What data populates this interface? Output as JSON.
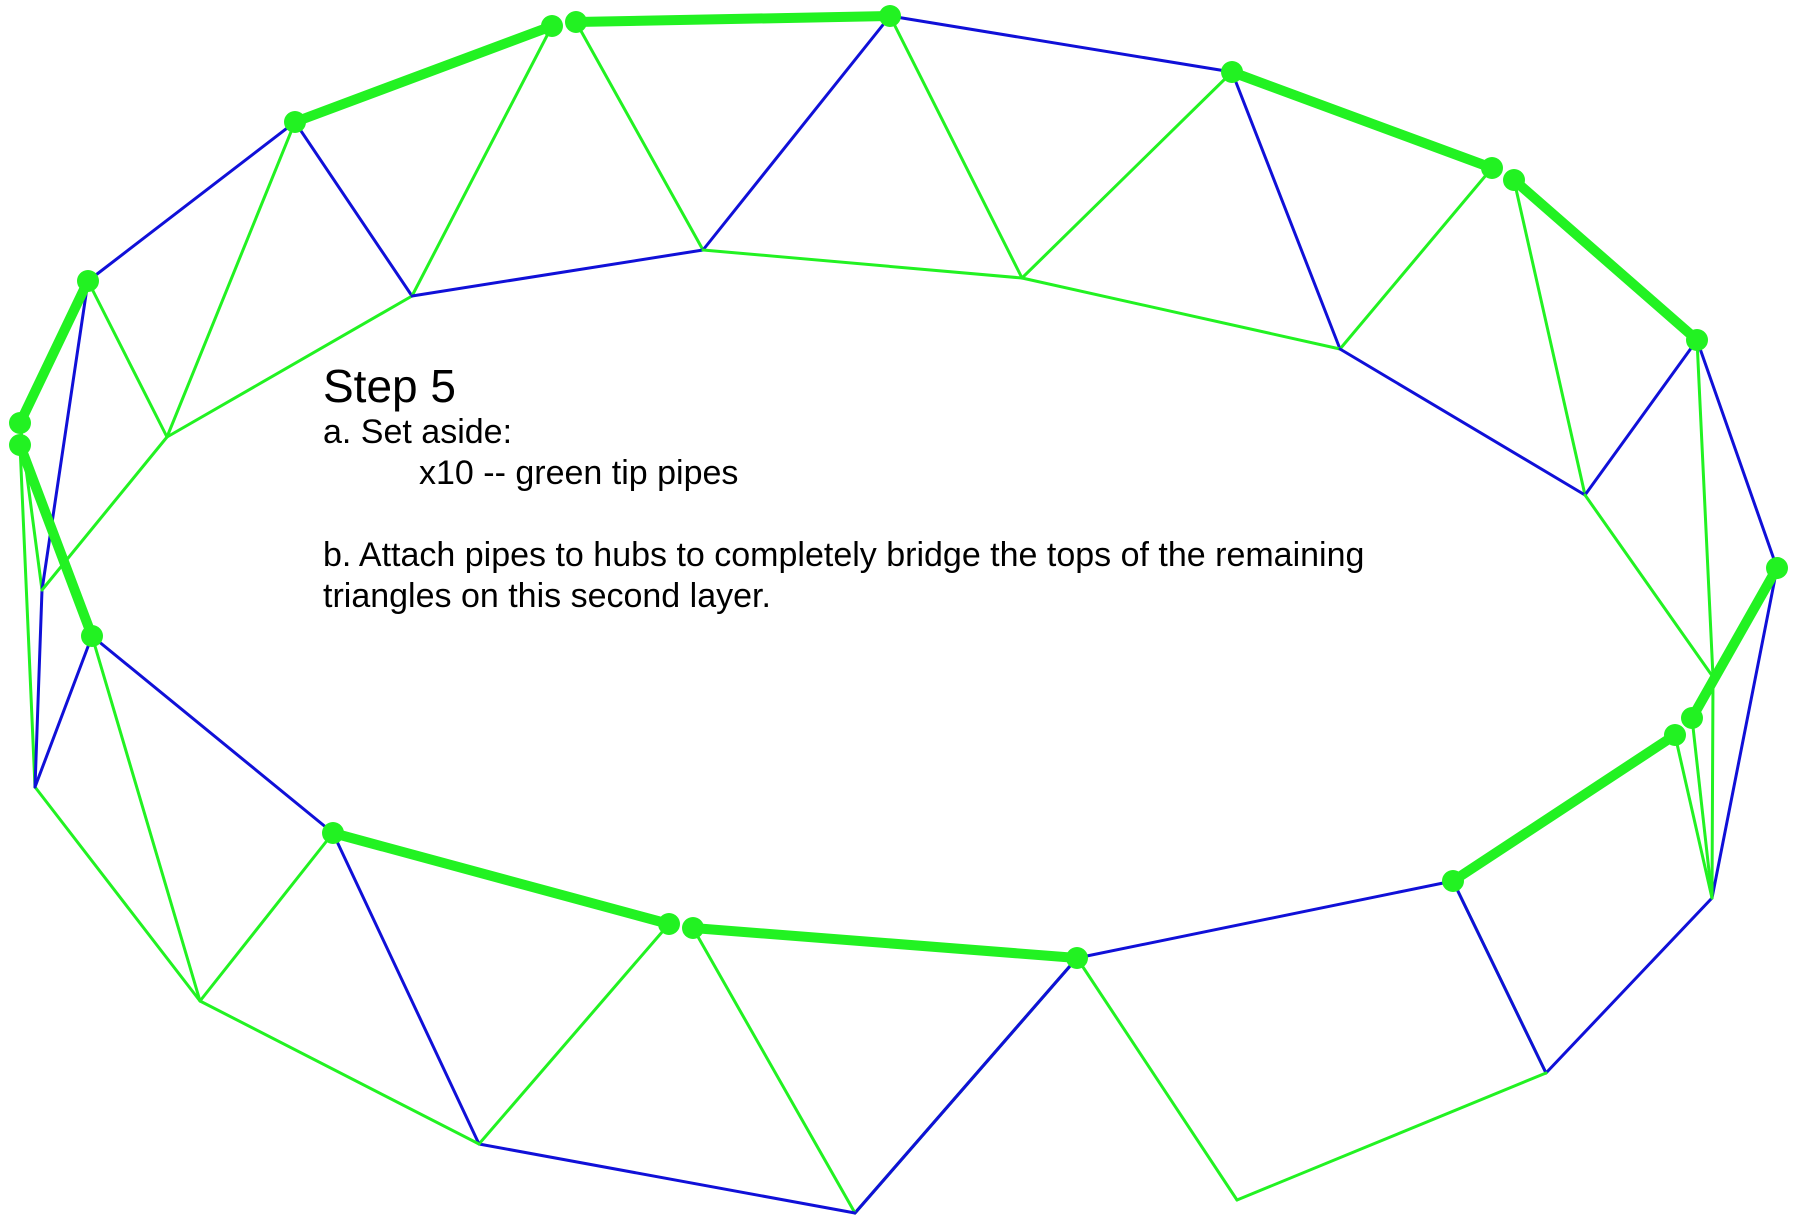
{
  "instructions": {
    "title": "Step 5",
    "part_a": "a. Set aside:",
    "part_a_item": "x10 -- green tip pipes",
    "part_b_line1": "b. Attach pipes to hubs to completely bridge the tops of the remaining",
    "part_b_line2": "triangles on this second layer."
  },
  "colors": {
    "green_pipe": "#22f222",
    "blue_pipe": "#1010d8",
    "hub": "#22f222",
    "text": "#000000"
  }
}
